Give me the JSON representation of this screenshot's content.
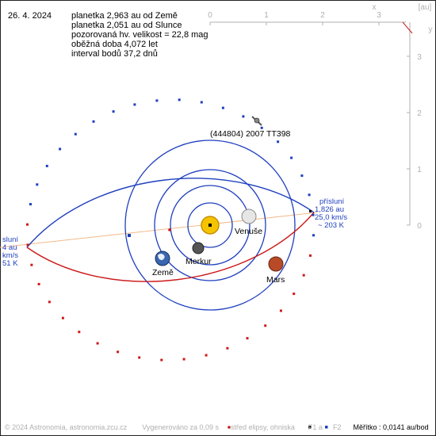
{
  "header": {
    "date": "26. 4. 2024",
    "lines": [
      "planetka 2,963 au od Země",
      "planetka 2,051 au od Slunce",
      "pozorovaná hv. velikost = 22,8 mag",
      "oběžná doba 4,072 let",
      "interval bodů 37,2 dnů"
    ]
  },
  "axes": {
    "unit_label": "[au]",
    "x_label": "x",
    "y_label": "y",
    "x_ticks": [
      "0",
      "1",
      "2",
      "3"
    ],
    "y_ticks": [
      "3",
      "2",
      "1",
      "0"
    ]
  },
  "object": {
    "name": "(444804) 2007 TT398"
  },
  "bodies": {
    "venus": "Venuše",
    "mercury": "Merkur",
    "earth": "Země",
    "mars": "Mars"
  },
  "perihelion": {
    "title": "přísluní",
    "distance": "1,826 au",
    "speed": "25,0 km/s",
    "temp": "~ 203 K"
  },
  "aphelion": {
    "title": "sluní",
    "distance": "4 au",
    "speed": "km/s",
    "temp": "51 K"
  },
  "footer": {
    "copyright": "© 2024 Astronomia, astronomia.zcu.cz",
    "generated": "Vygenerováno za 0,09 s",
    "legend_center": "střed elipsy, ohniska",
    "f1": "F1 a",
    "f2": "F2",
    "scale": "Měřítko : 0,0141 au/bod"
  },
  "colors": {
    "orbit_planet": "#1f3fbf",
    "orbit_asteroid_far": "#1f3fbf",
    "orbit_asteroid_near": "#cc1a1a",
    "apsis_line": "#f2b98a",
    "axis": "#b0b0b0",
    "sun": "#f5c400"
  }
}
